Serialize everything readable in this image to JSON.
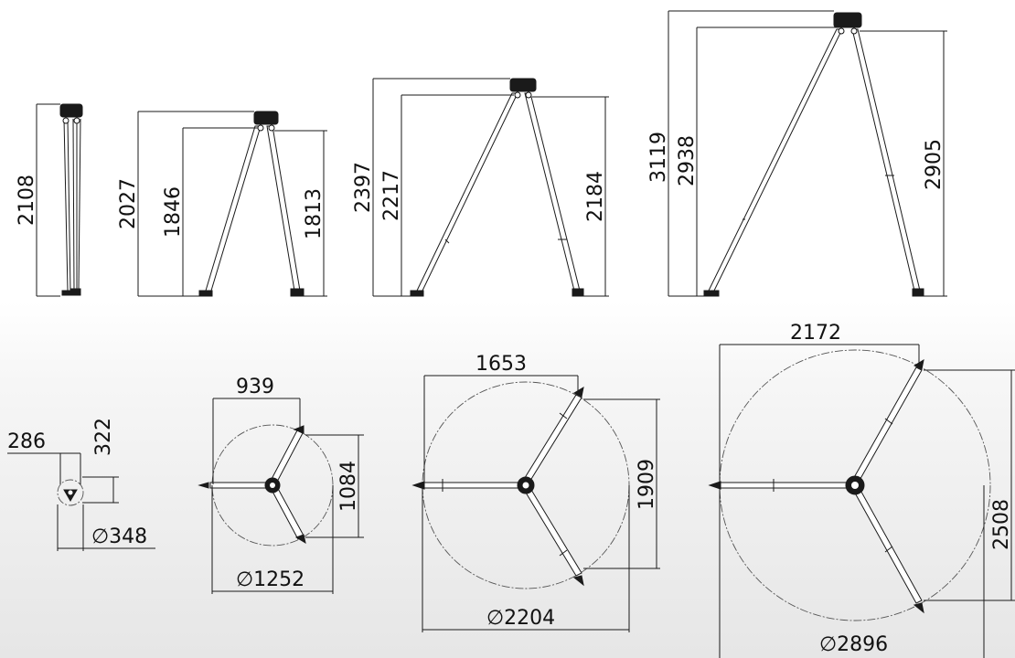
{
  "side_views": {
    "collapsed": {
      "height_total": "2108"
    },
    "setting_1": {
      "height_total": "2027",
      "height_left": "1846",
      "height_right": "1813"
    },
    "setting_2": {
      "height_total": "2397",
      "height_left": "2217",
      "height_right": "2184"
    },
    "setting_3": {
      "height_total": "3119",
      "height_left": "2938",
      "height_right": "2905"
    }
  },
  "top_views": {
    "collapsed": {
      "width": "286",
      "depth": "322",
      "diameter": "∅348"
    },
    "setting_1": {
      "width": "939",
      "depth": "1084",
      "diameter": "∅1252"
    },
    "setting_2": {
      "width": "1653",
      "depth": "1909",
      "diameter": "∅2204"
    },
    "setting_3": {
      "width": "2172",
      "depth": "2508",
      "diameter": "∅2896"
    }
  }
}
